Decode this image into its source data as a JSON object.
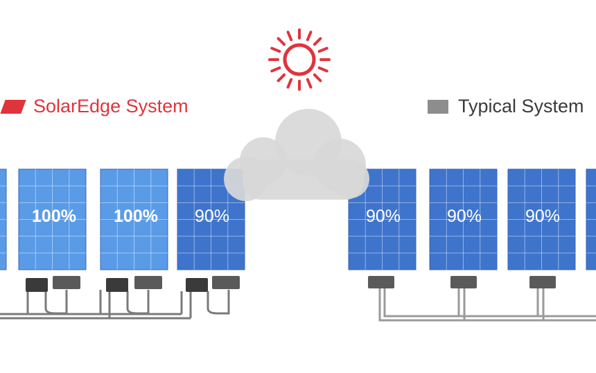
{
  "legend": {
    "solaredge": {
      "label": "SolarEdge System",
      "color": "#e0343c"
    },
    "typical": {
      "label": "Typical System",
      "color": "#8d8d8d"
    }
  },
  "solaredge_panels": [
    {
      "output": ""
    },
    {
      "output": "100%"
    },
    {
      "output": "100%"
    },
    {
      "output": "90%"
    }
  ],
  "typical_panels": [
    {
      "output": "90%"
    },
    {
      "output": "90%"
    },
    {
      "output": "90%"
    },
    {
      "output": ""
    }
  ],
  "icons": [
    "sun-icon",
    "cloud-icon"
  ],
  "colors": {
    "panel_bright": "#5a9be8",
    "panel_dim": "#3f74cc",
    "frame": "#6d6d6d",
    "cloud": "#dcdcdc",
    "sun": "#e0343c"
  }
}
